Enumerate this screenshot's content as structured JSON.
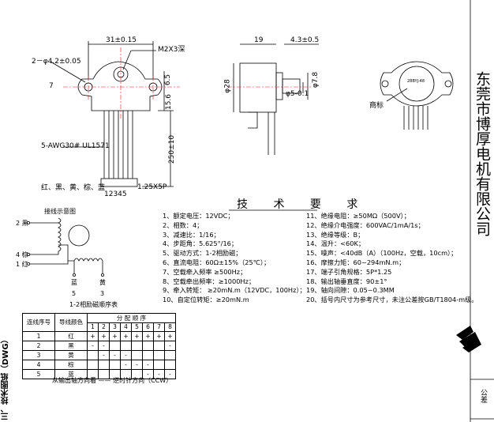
{
  "side_title": "三、技术图纸（DWG）",
  "company": "东莞市博厚电机有限公司",
  "dimensions": {
    "width_top": "31±0.15",
    "screw": "M2X3深",
    "holes": "2－φ4.2±0.05",
    "d7": "7",
    "d6_5": "6.5",
    "d15_6": "15.6",
    "d250": "250±10",
    "wire": "5-AWG30# UL1571",
    "pitch": "1.25X5P",
    "pins": "12345",
    "colors": "红、黑、黄、棕、蓝",
    "side19": "19",
    "side4_3": "4.3±0.5",
    "phi28": "φ28",
    "phi7_8": "φ7.8",
    "shaft": "φ5-0.1",
    "label": "商标",
    "motor_text": "28BYJ-48"
  },
  "schematic": {
    "title": "接线示意图",
    "p2": "2  黑",
    "p4": "4  棕",
    "p1": "1  红",
    "p5": "5",
    "p3": "3",
    "c_blue": "蓝",
    "c_yellow": "黄",
    "caption": "1-2相励磁顺序表"
  },
  "table": {
    "h_wire": "连线序号",
    "h_color": "导线颜色",
    "h_seq": "分 配 顺 序",
    "steps": [
      "1",
      "2",
      "3",
      "4",
      "5",
      "6",
      "7",
      "8"
    ],
    "rows": [
      {
        "no": "1",
        "color": "红",
        "cells": [
          "+",
          "+",
          "+",
          "+",
          "+",
          "+",
          "+",
          "+"
        ]
      },
      {
        "no": "2",
        "color": "黑",
        "cells": [
          "-",
          "-",
          "",
          "",
          "",
          "",
          "",
          "-"
        ]
      },
      {
        "no": "3",
        "color": "黄",
        "cells": [
          "",
          "-",
          "-",
          "-",
          "",
          "",
          "",
          ""
        ]
      },
      {
        "no": "4",
        "color": "棕",
        "cells": [
          "",
          "",
          "",
          "-",
          "-",
          "-",
          "",
          ""
        ]
      },
      {
        "no": "5",
        "color": "蓝",
        "cells": [
          "",
          "",
          "",
          "",
          "",
          "-",
          "-",
          "-"
        ]
      }
    ],
    "footer": "从输出轴方向看 —— 逆时针方向（CCW）"
  },
  "requirements": {
    "title": "技 术 要 求",
    "left": [
      "1、额定电压：12VDC；",
      "2、相数：4；",
      "3、减速比：1/16；",
      "4、步距角：5.625°/16；",
      "5、驱动方式：1-2相励磁；",
      "6、直流电阻：60Ω±15%（25℃）；",
      "7、空载牵入频率  ≥500Hz；",
      "8、空载牵出频率：≥1000Hz；",
      "9、牵入转矩：    ≥20mN.m（12VDC，100Hz）；",
      "10、自定位转矩：≥20mN.m"
    ],
    "right": [
      "11、绝缘电阻：≥50MΩ（500V）；",
      "12、绝缘介电强度：600VAC/1mA/1s；",
      "13、绝缘等级：B；",
      "14、温升：<60K；",
      "15、噪声：<40dB（A）（100Hz，空载，10cm）；",
      "16、摩擦力矩：60~294mN.m；",
      "17、端子引角规格：5P*1.25",
      "18、输出轴垂直度：90±1°",
      "19、轴向间隙：0.05~0.3MM",
      "20、括号内尺寸为参考尺寸，未注公差按GB/T1804-m级。"
    ]
  },
  "tolerance_label": "公差"
}
